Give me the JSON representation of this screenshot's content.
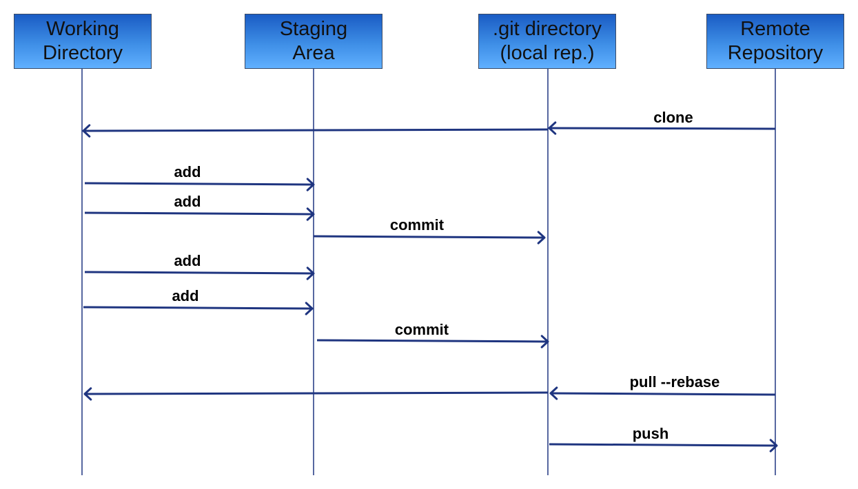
{
  "colors": {
    "arrow": "#1f3580",
    "lifeline": "#1f3580",
    "box_top": "#1a5cc4",
    "box_bottom": "#60b0ff",
    "box_text": "#111111"
  },
  "actors": [
    {
      "id": "working",
      "label": "Working\nDirectory"
    },
    {
      "id": "staging",
      "label": "Staging\nArea"
    },
    {
      "id": "git",
      "label": ".git directory\n(local rep.)"
    },
    {
      "id": "remote",
      "label": "Remote\nRepository"
    }
  ],
  "messages": [
    {
      "label": "clone",
      "from": "remote",
      "to": "working"
    },
    {
      "label": "add",
      "from": "working",
      "to": "staging"
    },
    {
      "label": "add",
      "from": "working",
      "to": "staging"
    },
    {
      "label": "commit",
      "from": "staging",
      "to": "git"
    },
    {
      "label": "add",
      "from": "working",
      "to": "staging"
    },
    {
      "label": "add",
      "from": "working",
      "to": "staging"
    },
    {
      "label": "commit",
      "from": "staging",
      "to": "git"
    },
    {
      "label": "pull --rebase",
      "from": "remote",
      "to": "working"
    },
    {
      "label": "push",
      "from": "git",
      "to": "remote"
    }
  ]
}
